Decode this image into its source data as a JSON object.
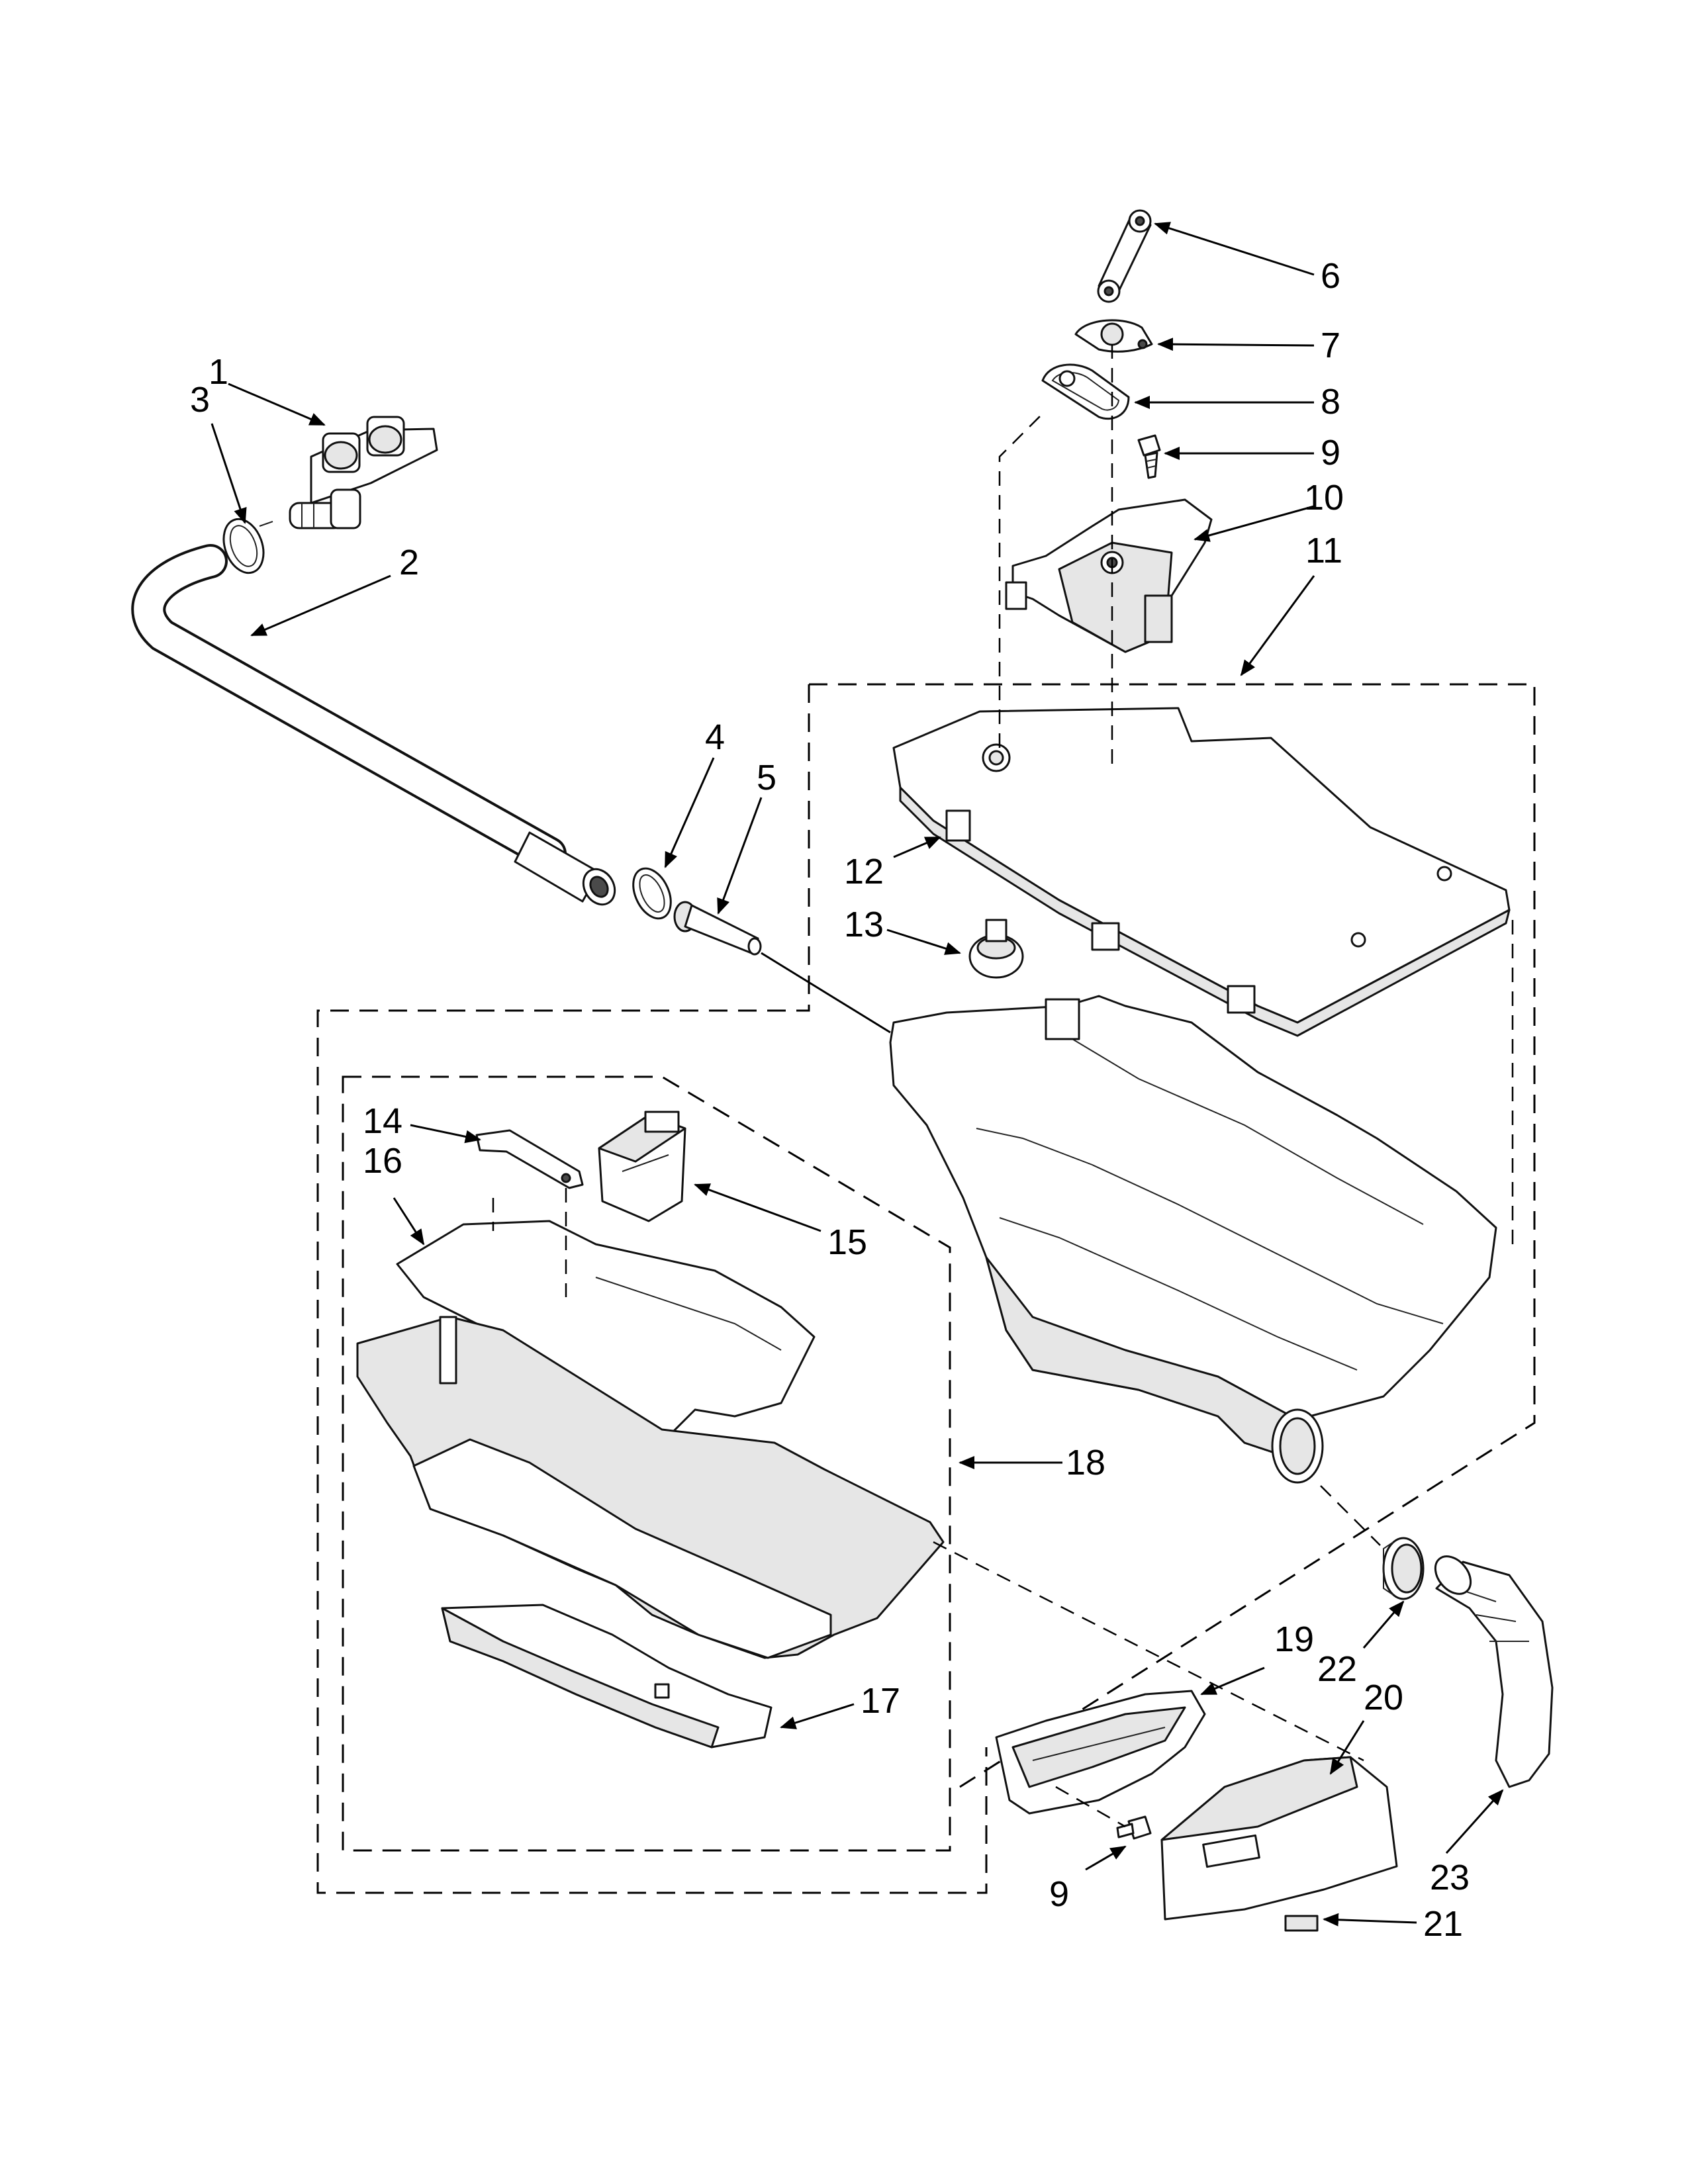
{
  "diagram": {
    "callouts": [
      "1",
      "2",
      "3",
      "4",
      "5",
      "6",
      "7",
      "8",
      "9",
      "10",
      "11",
      "12",
      "13",
      "14",
      "15",
      "16",
      "17",
      "18",
      "19",
      "20",
      "21",
      "22",
      "23",
      "9"
    ]
  }
}
